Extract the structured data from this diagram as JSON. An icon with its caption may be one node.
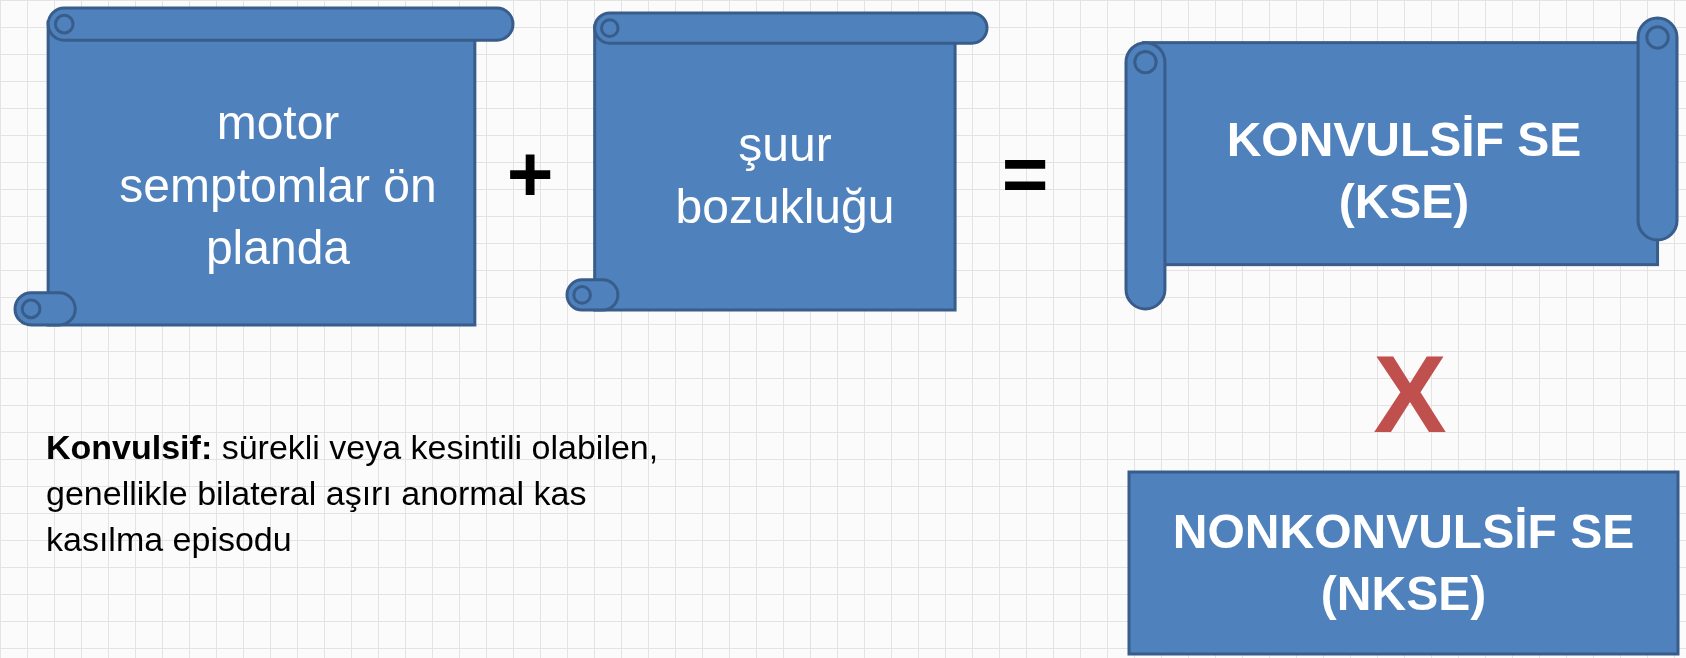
{
  "diagram": {
    "nodes": [
      {
        "text": [
          "motor semptomlar ön planda"
        ]
      },
      {
        "text": [
          "şuur bozukluğu"
        ]
      },
      {
        "text": [
          "KONVULSİF SE (KSE)"
        ]
      },
      {
        "text": [
          "NONKONVULSİF SE (NKSE)"
        ]
      }
    ],
    "labels": [
      "+",
      "=",
      "X",
      "**Konvulsif:** sürekli veya kesintili olabilen, genellikle bilateral aşırı anormal kas kasılma episodu"
    ]
  }
}
